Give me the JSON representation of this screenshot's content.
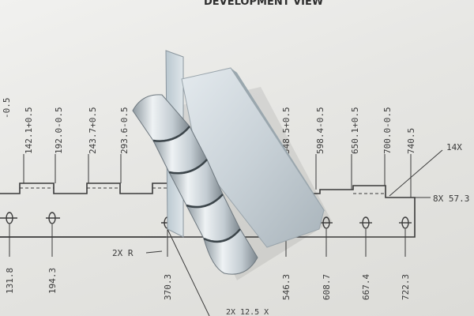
{
  "drawing": {
    "title": "DEVELOPMENT   VIEW",
    "top_dims": [
      "-0.5",
      "142.1+0.5",
      "192.0-0.5",
      "243.7+0.5",
      "293.6-0.5",
      "548.5+0.5",
      "598.4-0.5",
      "650.1+0.5",
      "700.0-0.5",
      "740.5"
    ],
    "bottom_dims": [
      "131.8",
      "194.3",
      "370.3",
      "546.3",
      "608.7",
      "667.4",
      "722.3"
    ],
    "callouts": {
      "hole_radius": "2X R",
      "right_count": "14X",
      "right_dim": "8X 57.3",
      "bottom_partial": "2X 12.5 X"
    }
  },
  "object": {
    "description_icon": "metal-hinge-icon"
  },
  "colors": {
    "paper": "#e9e9e6",
    "ink": "#3a3a3a",
    "steel": "#c9d2d8",
    "steel_shadow": "#8b969e"
  }
}
